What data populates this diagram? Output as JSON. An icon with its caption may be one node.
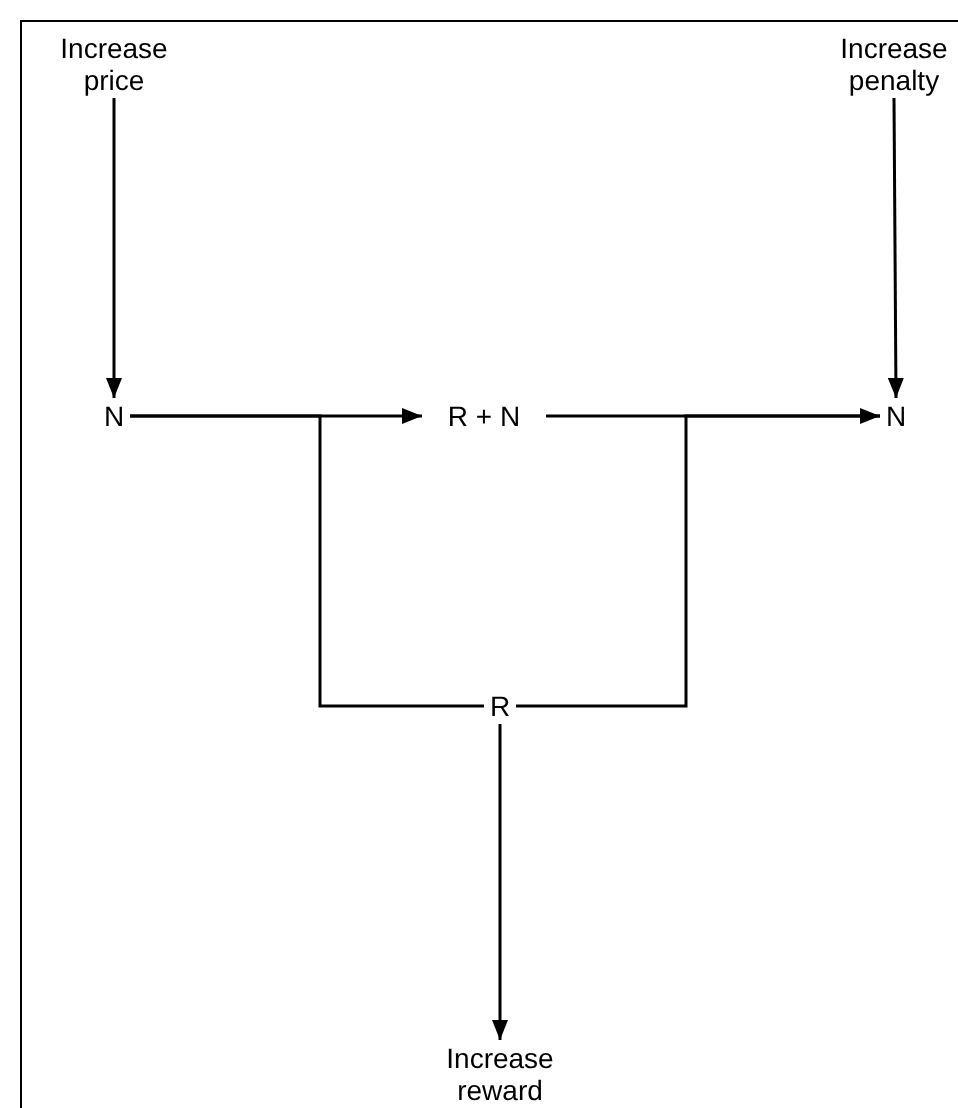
{
  "diagram": {
    "nodes": [
      {
        "text": [
          "Increase price"
        ]
      },
      {
        "text": [
          "Increase penalty"
        ]
      },
      {
        "text": [
          "N"
        ]
      },
      {
        "text": [
          "R + N"
        ]
      },
      {
        "text": [
          "N"
        ]
      },
      {
        "text": [
          "R"
        ]
      },
      {
        "text": [
          "Increase reward"
        ]
      }
    ],
    "edges": [
      {
        "from": 0,
        "to": 2,
        "arrow": "to"
      },
      {
        "from": 1,
        "to": 4,
        "arrow": "to"
      },
      {
        "from": 2,
        "to": 3,
        "arrow": "to"
      },
      {
        "from": 3,
        "to": 4,
        "arrow": "to"
      },
      {
        "from": 2,
        "to": 5,
        "arrow": "none"
      },
      {
        "from": 5,
        "to": 4,
        "arrow": "none"
      },
      {
        "from": 5,
        "to": 6,
        "arrow": "to"
      }
    ]
  }
}
